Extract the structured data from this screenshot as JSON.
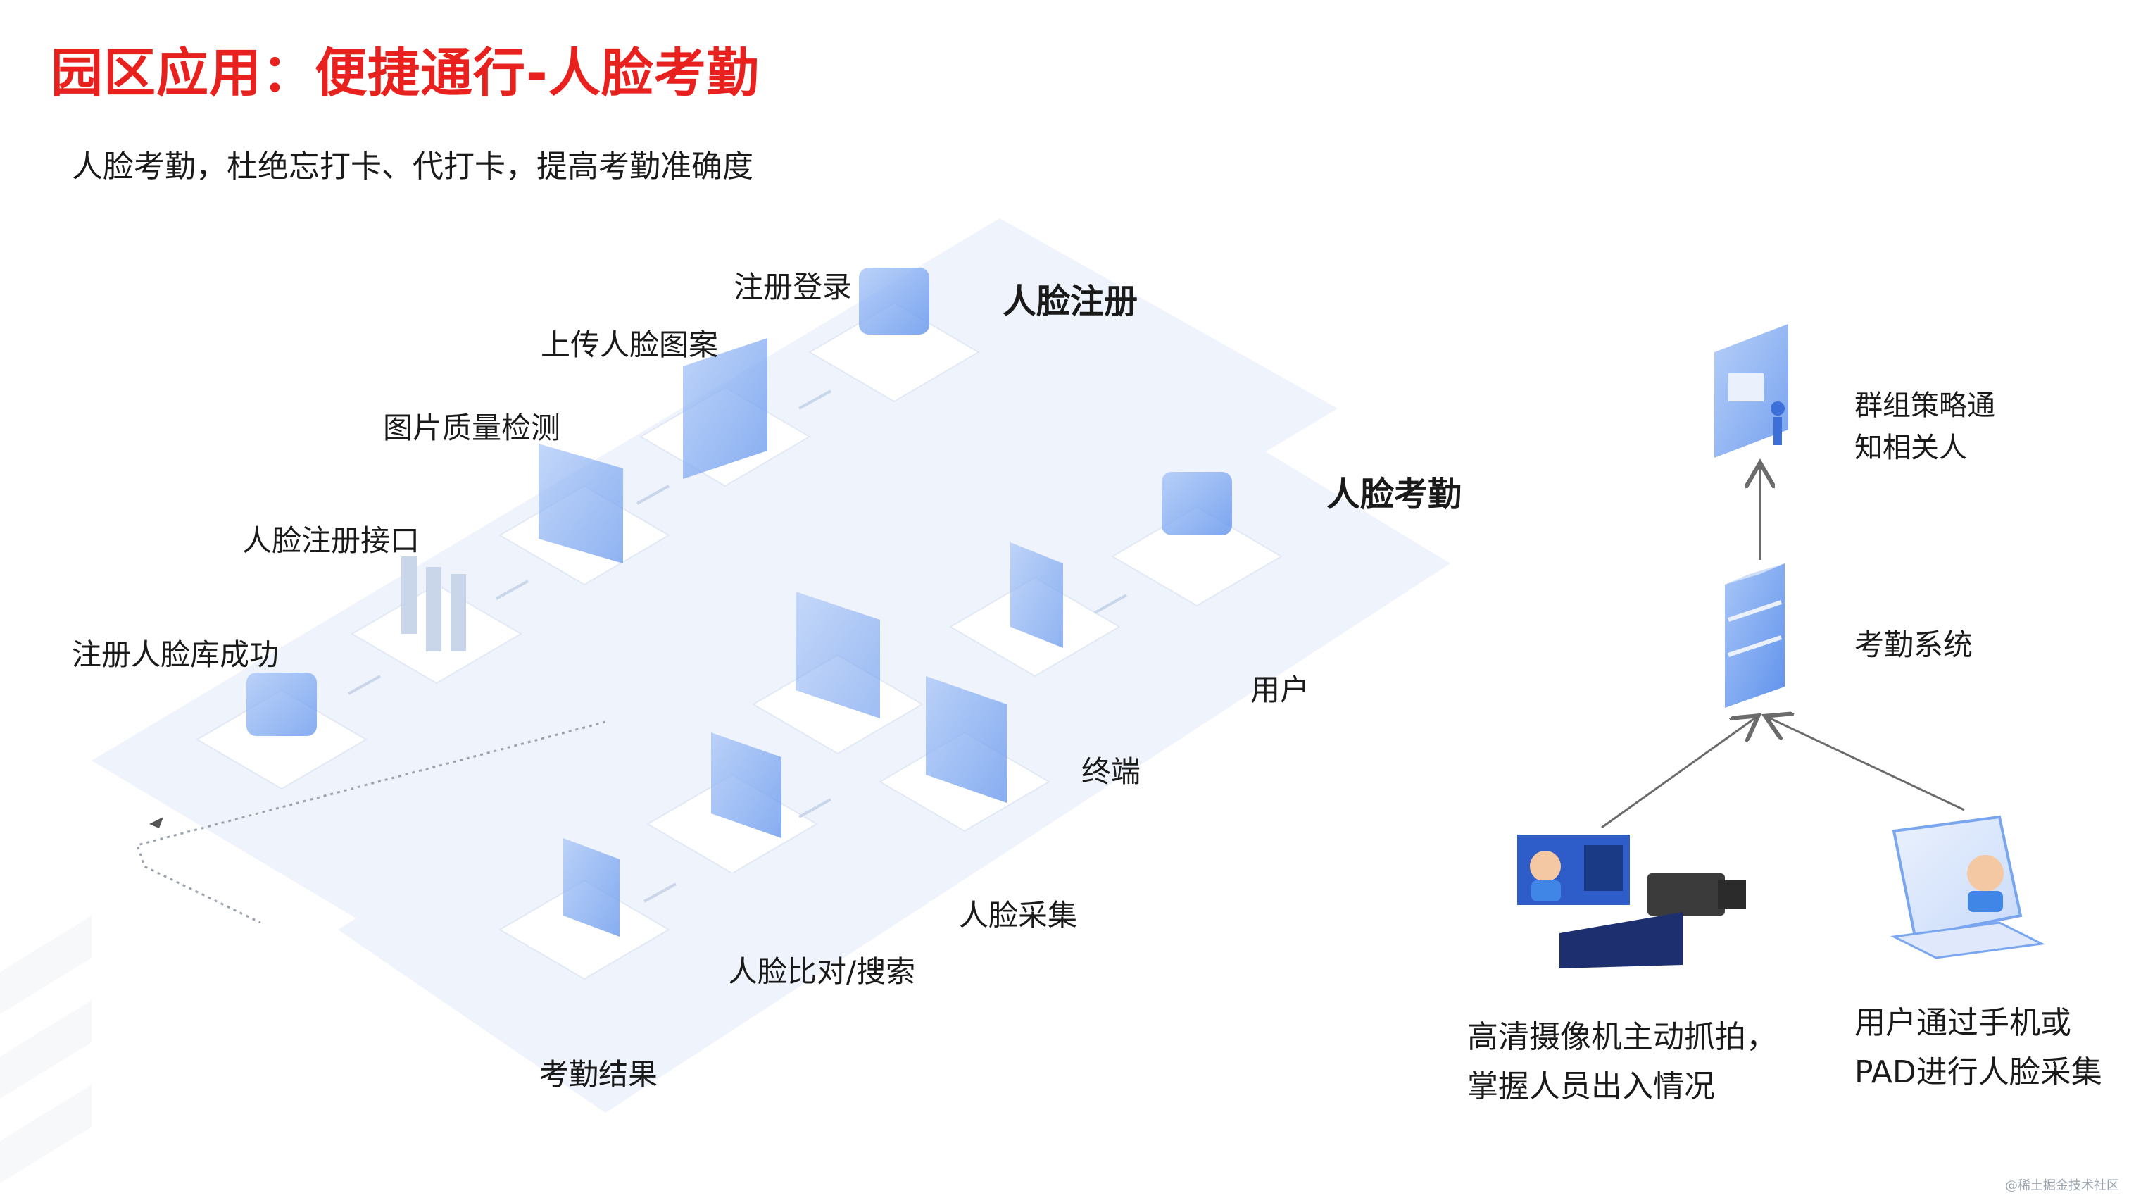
{
  "title": "园区应用：便捷通行-人脸考勤",
  "subtitle": "人脸考勤，杜绝忘打卡、代打卡，提高考勤准确度",
  "registration": {
    "heading": "人脸注册",
    "steps": [
      "注册登录",
      "上传人脸图案",
      "图片质量检测",
      "人脸注册接口",
      "注册人脸库成功"
    ]
  },
  "attendance": {
    "heading": "人脸考勤",
    "steps": [
      "用户",
      "终端",
      "人脸采集",
      "人脸比对/搜索",
      "考勤结果"
    ]
  },
  "system_flow": {
    "notify": [
      "群组策略通",
      "知相关人"
    ],
    "system": "考勤系统",
    "camera_caption": [
      "高清摄像机主动抓拍，",
      "掌握人员出入情况"
    ],
    "mobile_caption": [
      "用户通过手机或",
      "PAD进行人脸采集"
    ]
  },
  "watermark": "@稀土掘金技术社区",
  "colors": {
    "title_red": "#e8201e",
    "panel_blue": "#eef3fc",
    "icon_blue": "#6f9ff0",
    "arrow_gray": "#6b6b6b"
  }
}
